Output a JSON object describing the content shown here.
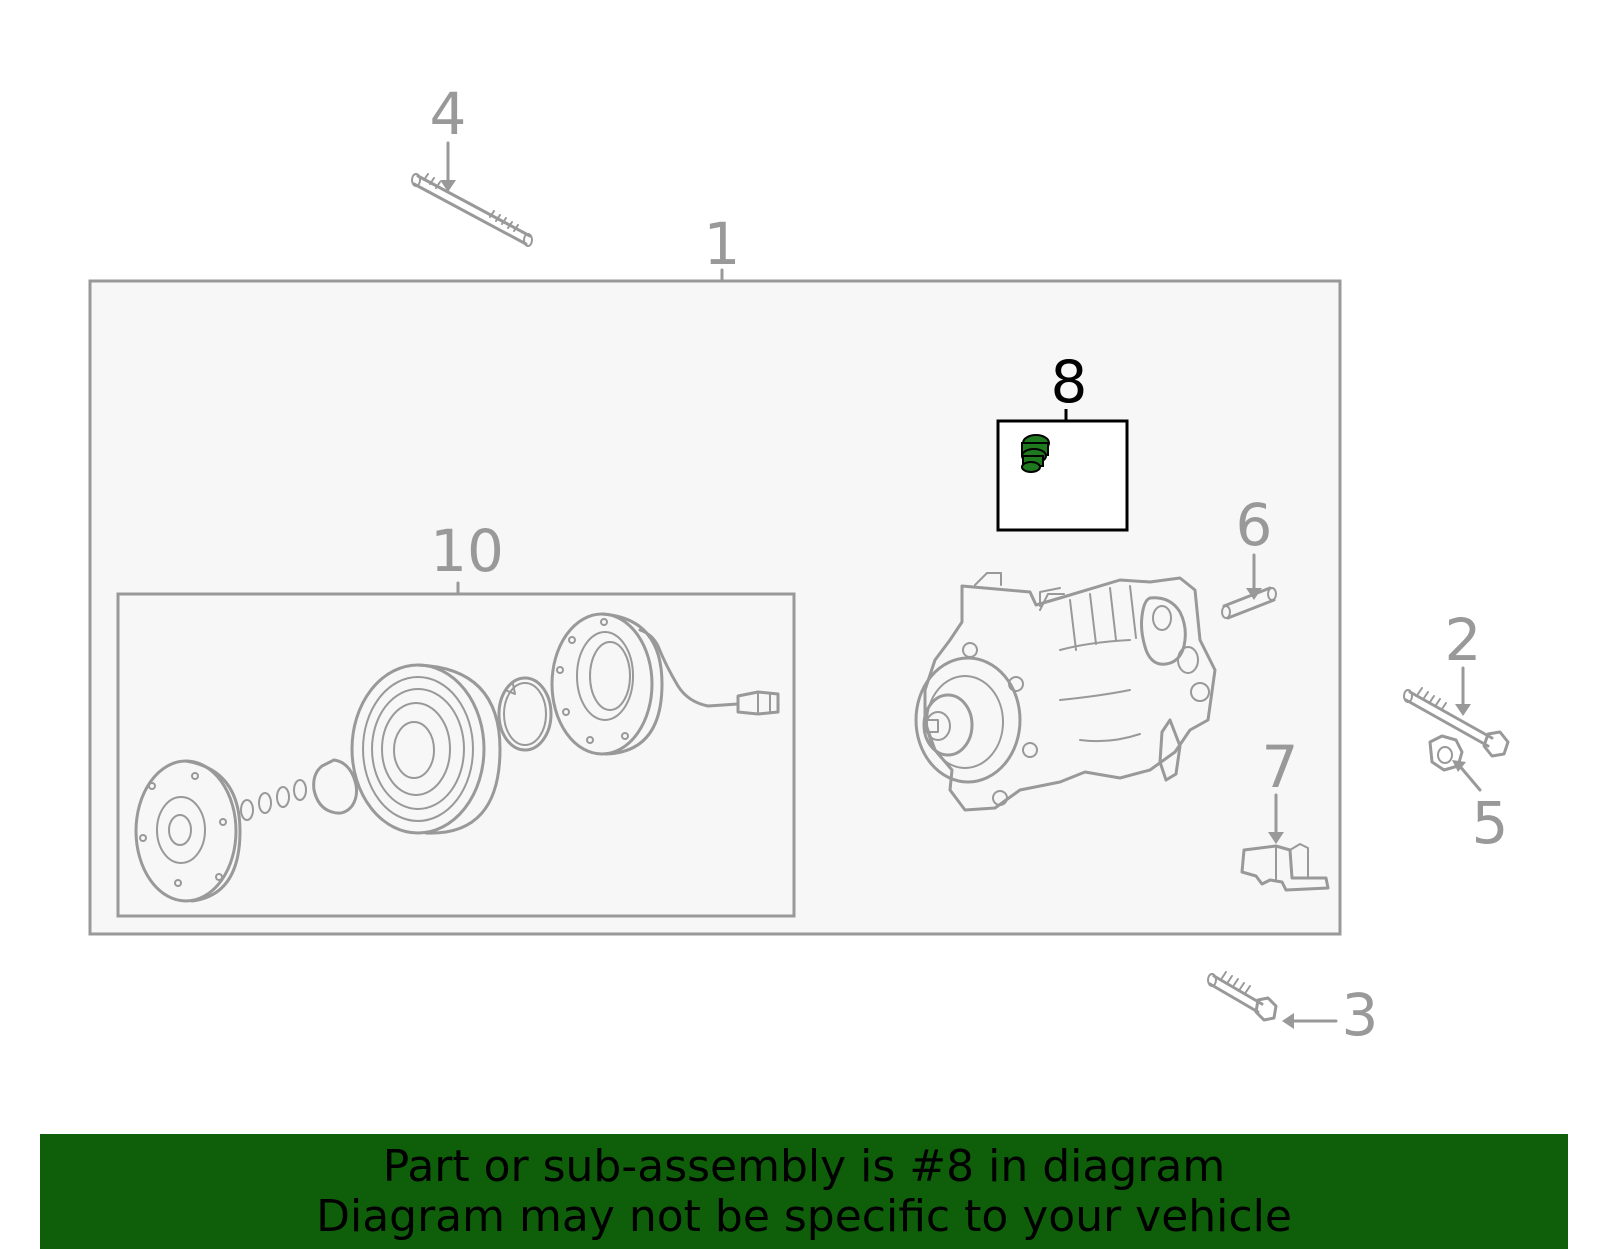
{
  "callouts": {
    "c1": "1",
    "c2": "2",
    "c3": "3",
    "c4": "4",
    "c5": "5",
    "c6": "6",
    "c7": "7",
    "c8": "8",
    "c10": "10"
  },
  "banner": {
    "line1": "Part or sub-assembly is #8 in diagram",
    "line2": "Diagram may not be specific to your vehicle"
  },
  "colors": {
    "highlight_part": "#1f7a1f",
    "banner_background": "#0f5e0a",
    "line_gray": "#999999",
    "panel_fill": "#f7f7f7"
  }
}
